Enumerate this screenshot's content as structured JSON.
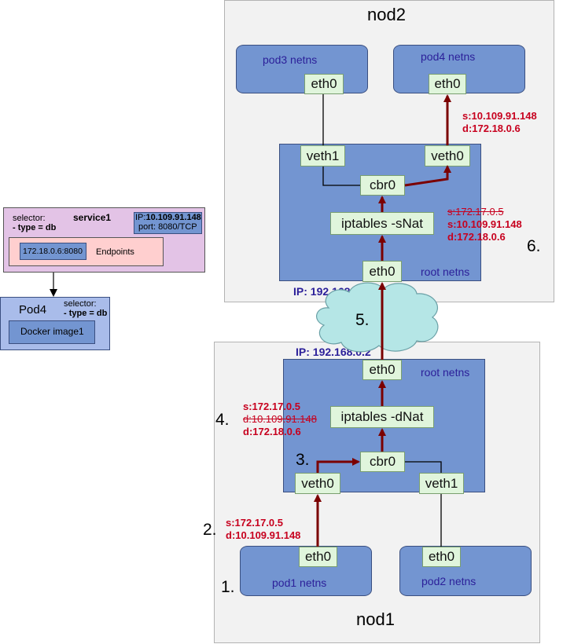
{
  "node2": {
    "title": "nod2",
    "pod3_netns": "pod3 netns",
    "pod4_netns": "pod4 netns",
    "pod3_eth0": "eth0",
    "pod4_eth0": "eth0",
    "veth1": "veth1",
    "veth0": "veth0",
    "cbr0": "cbr0",
    "iptables": "iptables -sNat",
    "eth0": "eth0",
    "root_netns": "root netns",
    "ip": "IP: 192.168.0.3"
  },
  "node1": {
    "title": "nod1",
    "pod1_netns": "pod1 netns",
    "pod2_netns": "pod2 netns",
    "pod1_eth0": "eth0",
    "pod2_eth0": "eth0",
    "veth0": "veth0",
    "veth1": "veth1",
    "cbr0": "cbr0",
    "iptables": "iptables -dNat",
    "eth0": "eth0",
    "root_netns": "root netns",
    "ip": "IP: 192.168.0.2"
  },
  "steps": {
    "s1": "1.",
    "s2": "2.",
    "s3": "3.",
    "s4": "4.",
    "s5": "5.",
    "s6": "6."
  },
  "packets": {
    "p2_src": "s:172.17.0.5",
    "p2_dst": "d:10.109.91.148",
    "p4_src": "s:172.17.0.5",
    "p4_dst_old": "d:10.109.91.148",
    "p4_dst": "d:172.18.0.6",
    "p6_src_old": "s:172.17.0.5",
    "p6_src": "s:10.109.91.148",
    "p6_dst": "d:172.18.0.6",
    "p7_src": "s:10.109.91.148",
    "p7_dst": "d:172.18.0.6"
  },
  "service": {
    "selector_label": "selector:",
    "selector_value": "- type = db",
    "name": "service1",
    "ip_label": "IP:",
    "ip_value": "10.109.91.148",
    "port": "port: 8080/TCP",
    "endpoint_ip": "172.18.0.6:8080",
    "endpoints_label": "Endpoints"
  },
  "pod4": {
    "title": "Pod4",
    "selector_label": "selector:",
    "selector_value": "- type = db",
    "image": "Docker image1"
  },
  "colors": {
    "arrow": "#7b0000",
    "packet_text": "#c7001e",
    "label_blue": "#2b1f99",
    "root_fill": "#7395d1",
    "iface_fill": "#e0f5dc",
    "cloud_fill": "#b5e6e6"
  }
}
